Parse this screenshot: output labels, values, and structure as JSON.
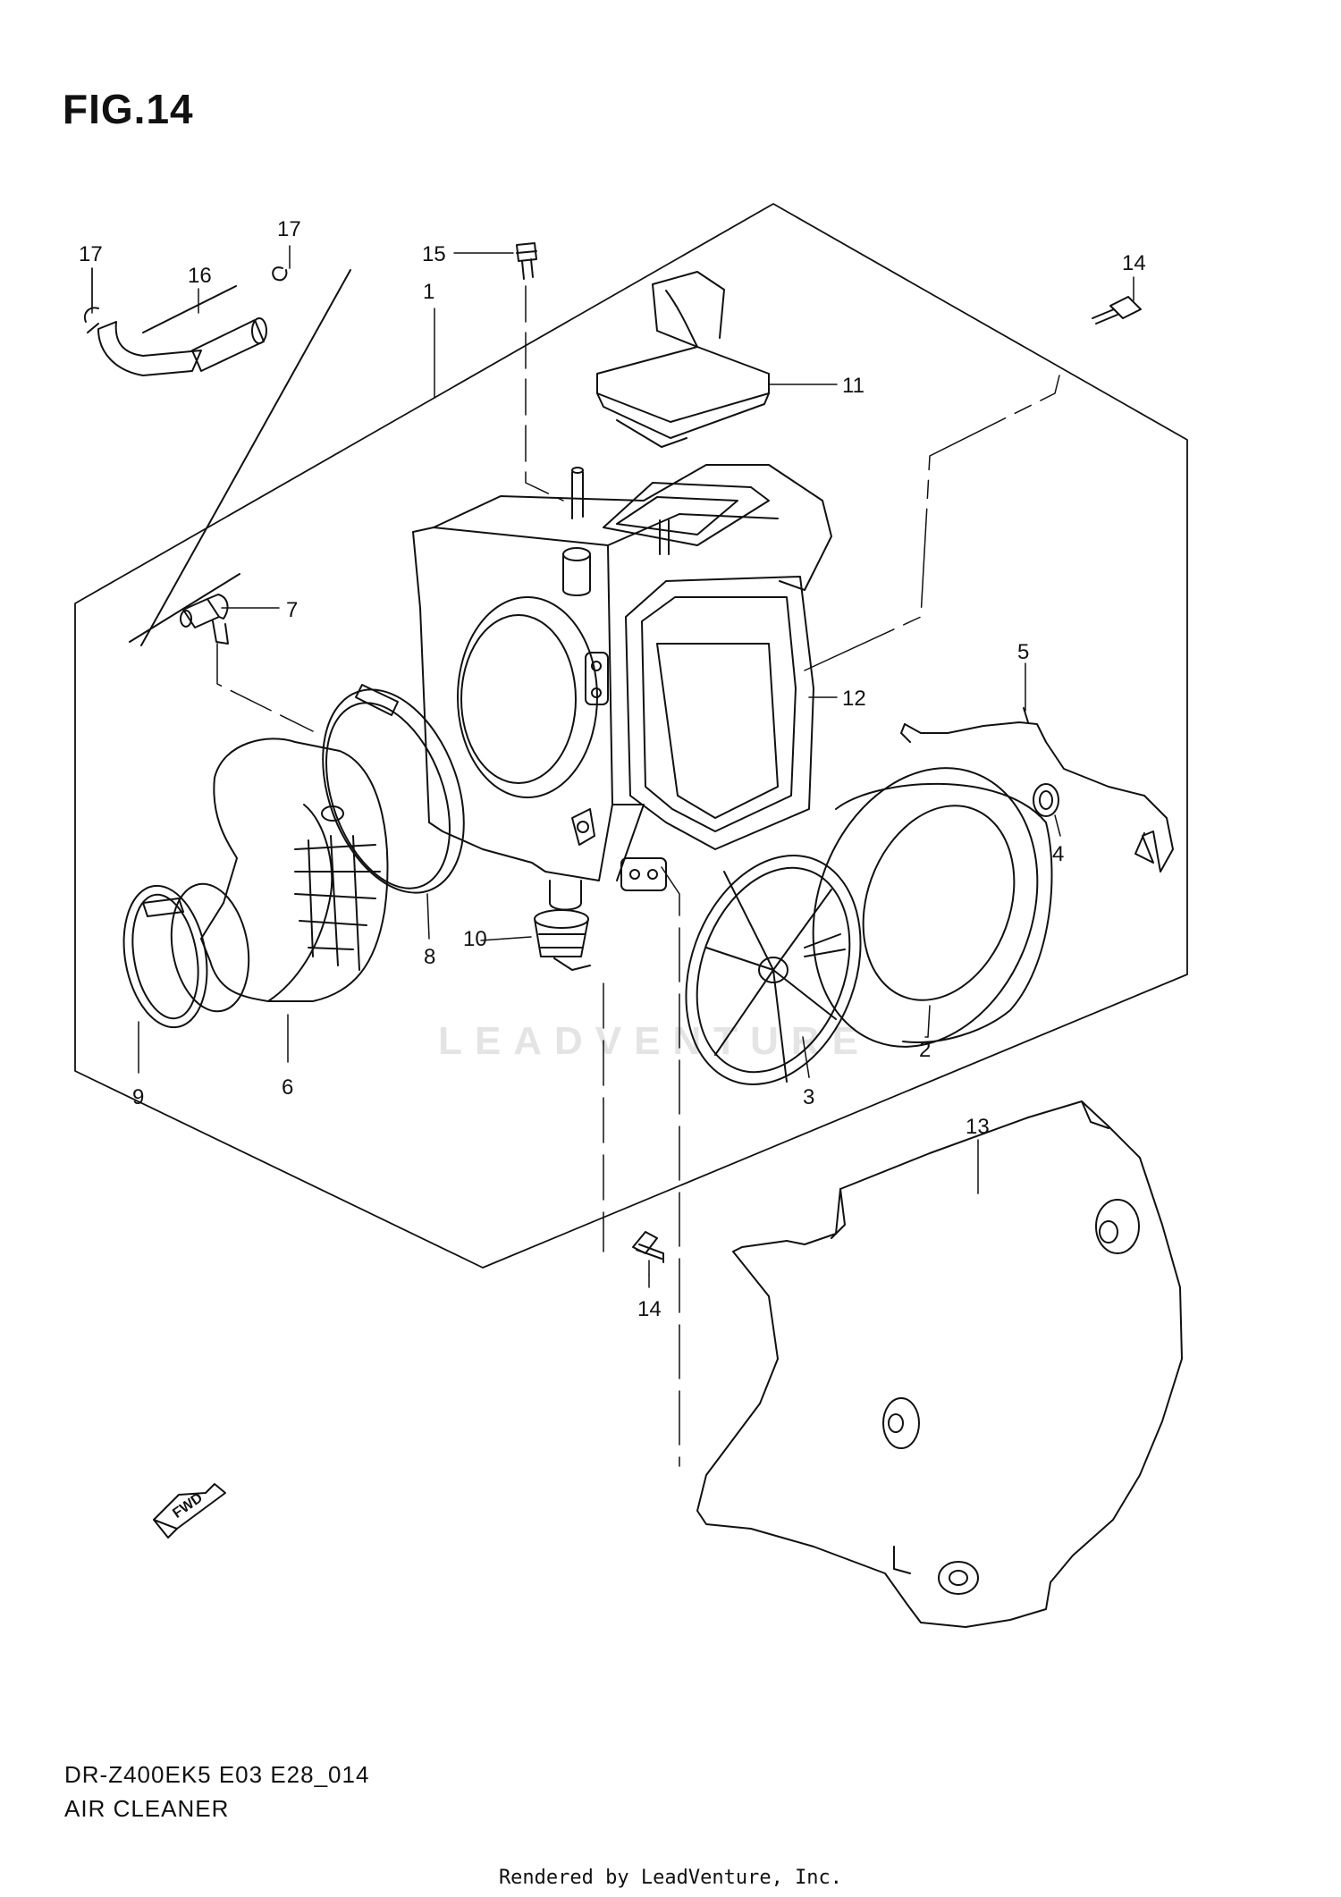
{
  "figure": {
    "title": "FIG.14"
  },
  "watermark": "LEADVENTURE",
  "fwd_label": "FWD",
  "callouts": {
    "c1": "1",
    "c2": "2",
    "c3": "3",
    "c4": "4",
    "c5": "5",
    "c6": "6",
    "c7": "7",
    "c8": "8",
    "c9": "9",
    "c10": "10",
    "c11": "11",
    "c12": "12",
    "c13": "13",
    "c14a": "14",
    "c14b": "14",
    "c15": "15",
    "c16": "16",
    "c17a": "17",
    "c17b": "17"
  },
  "footer": {
    "model_code": "DR-Z400EK5 E03 E28_014",
    "section_name": "AIR CLEANER",
    "rendered_by": "Rendered by LeadVenture, Inc."
  },
  "colors": {
    "line": "#111111",
    "watermark": "#e4e4e4"
  }
}
